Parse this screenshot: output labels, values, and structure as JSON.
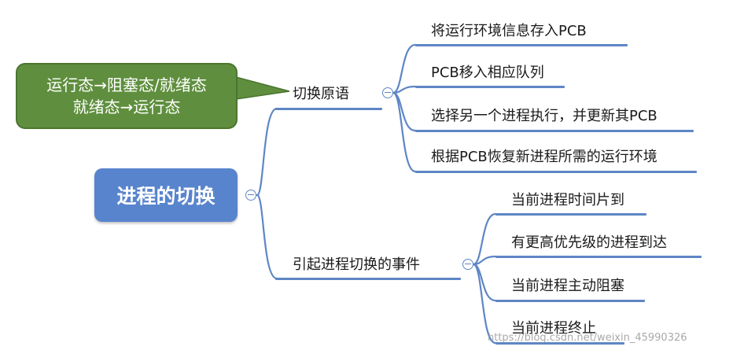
{
  "root": {
    "label": "进程的切换"
  },
  "callout": {
    "line1": "运行态→阻塞态/就绪态",
    "line2": "就绪态→运行态"
  },
  "branches": [
    {
      "label": "切换原语",
      "children": [
        "将运行环境信息存入PCB",
        "PCB移入相应队列",
        "选择另一个进程执行，并更新其PCB",
        "根据PCB恢复新进程所需的运行环境"
      ]
    },
    {
      "label": "引起进程切换的事件",
      "children": [
        "当前进程时间片到",
        "有更高优先级的进程到达",
        "当前进程主动阻塞",
        "当前进程终止"
      ]
    }
  ],
  "watermark": "https://blog.csdn.net/weixin_45990326",
  "colors": {
    "line": "#5e86c5",
    "root_fill": "#5884cd",
    "callout_fill": "#5f8f3e"
  }
}
